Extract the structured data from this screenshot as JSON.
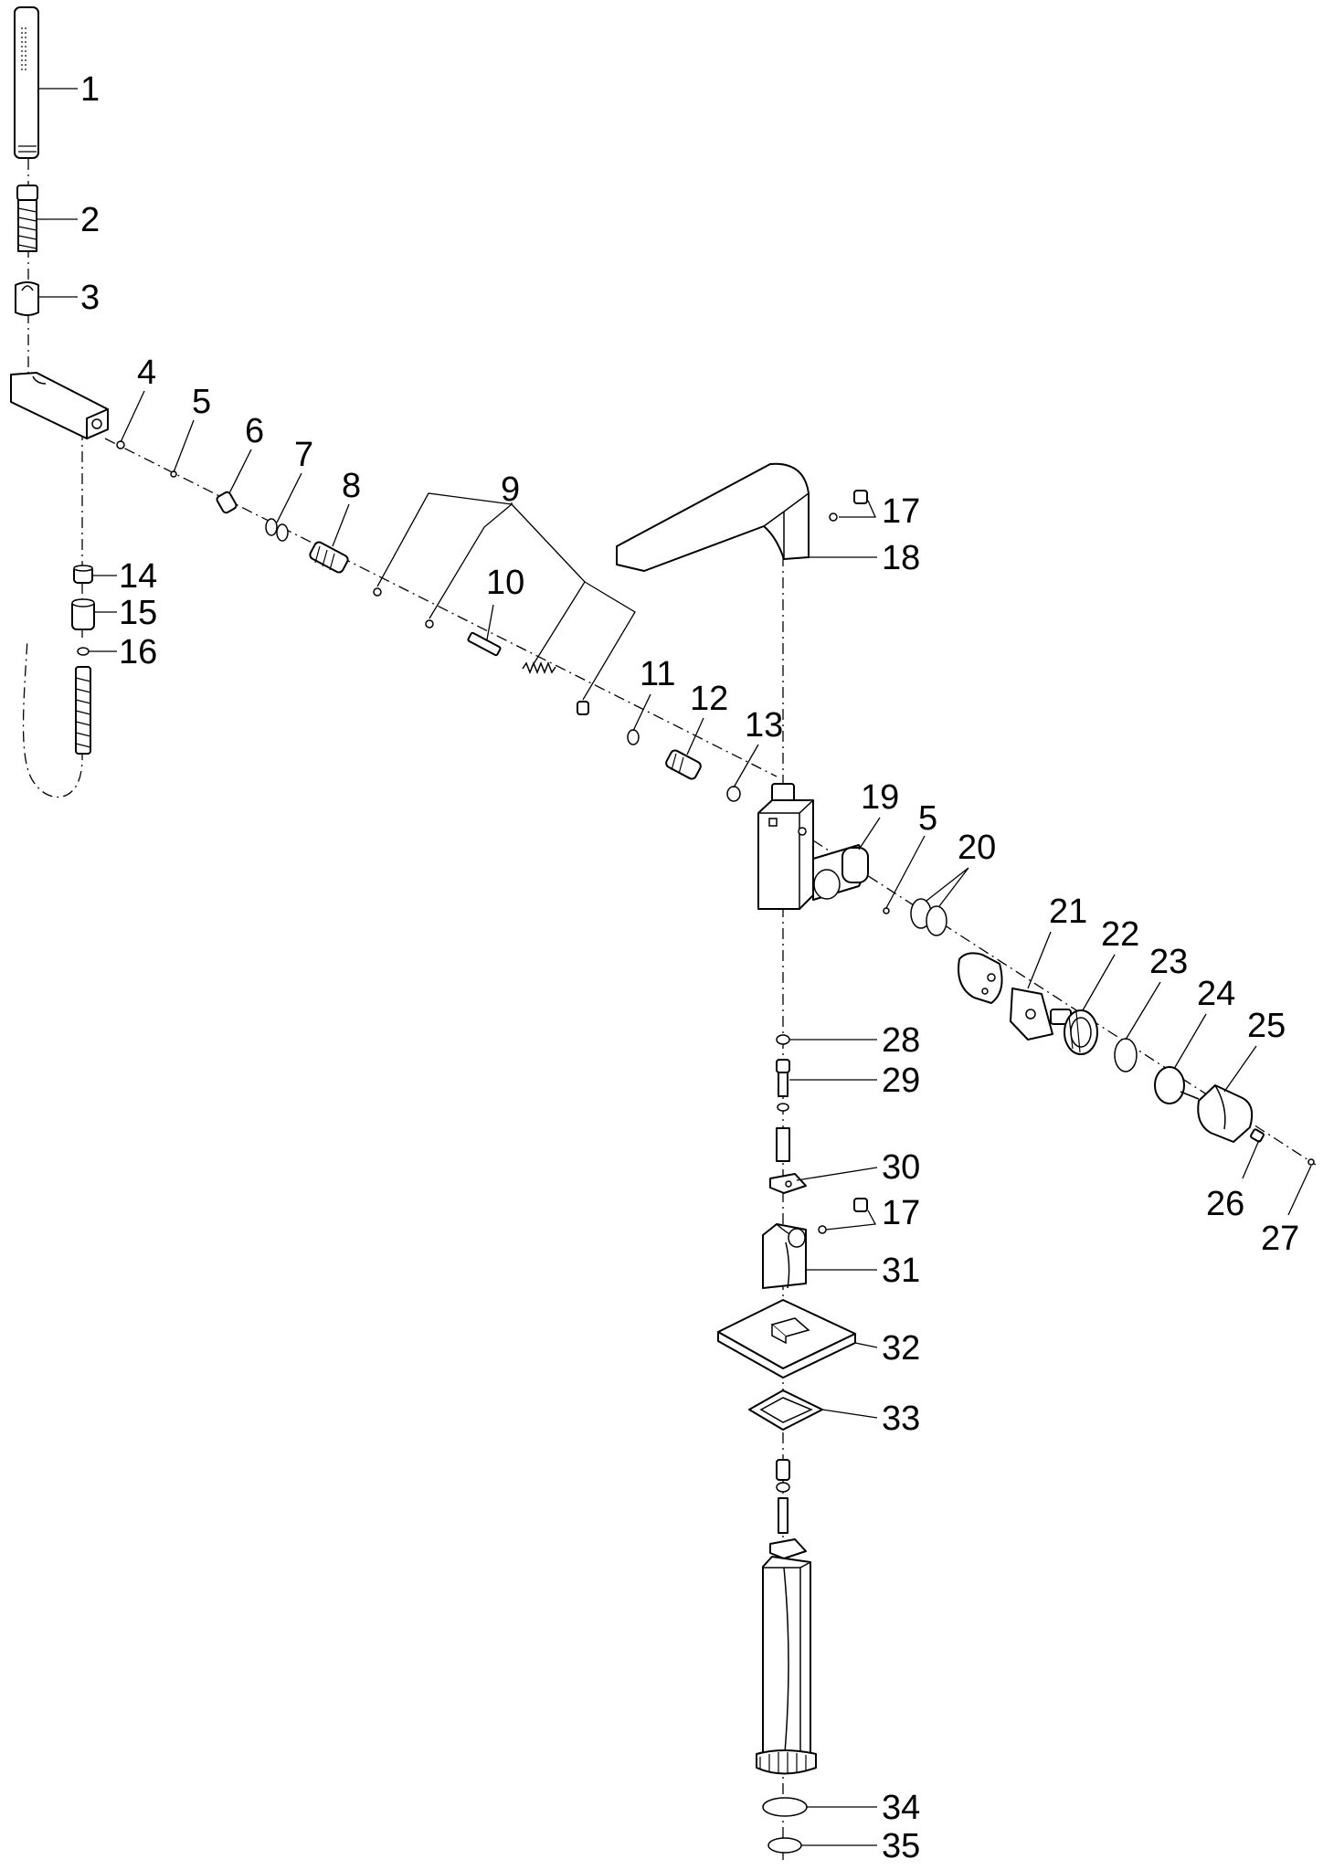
{
  "callouts": [
    {
      "id": "1",
      "text": "1"
    },
    {
      "id": "2",
      "text": "2"
    },
    {
      "id": "3",
      "text": "3"
    },
    {
      "id": "4",
      "text": "4"
    },
    {
      "id": "5a",
      "text": "5"
    },
    {
      "id": "6",
      "text": "6"
    },
    {
      "id": "7",
      "text": "7"
    },
    {
      "id": "8",
      "text": "8"
    },
    {
      "id": "9",
      "text": "9"
    },
    {
      "id": "10",
      "text": "10"
    },
    {
      "id": "11",
      "text": "11"
    },
    {
      "id": "12",
      "text": "12"
    },
    {
      "id": "13",
      "text": "13"
    },
    {
      "id": "14",
      "text": "14"
    },
    {
      "id": "15",
      "text": "15"
    },
    {
      "id": "16",
      "text": "16"
    },
    {
      "id": "17a",
      "text": "17"
    },
    {
      "id": "18",
      "text": "18"
    },
    {
      "id": "19",
      "text": "19"
    },
    {
      "id": "5b",
      "text": "5"
    },
    {
      "id": "20",
      "text": "20"
    },
    {
      "id": "21",
      "text": "21"
    },
    {
      "id": "22",
      "text": "22"
    },
    {
      "id": "23",
      "text": "23"
    },
    {
      "id": "24",
      "text": "24"
    },
    {
      "id": "25",
      "text": "25"
    },
    {
      "id": "26",
      "text": "26"
    },
    {
      "id": "27",
      "text": "27"
    },
    {
      "id": "28",
      "text": "28"
    },
    {
      "id": "29",
      "text": "29"
    },
    {
      "id": "30",
      "text": "30"
    },
    {
      "id": "17b",
      "text": "17"
    },
    {
      "id": "31",
      "text": "31"
    },
    {
      "id": "32",
      "text": "32"
    },
    {
      "id": "33",
      "text": "33"
    },
    {
      "id": "34",
      "text": "34"
    },
    {
      "id": "35",
      "text": "35"
    }
  ]
}
